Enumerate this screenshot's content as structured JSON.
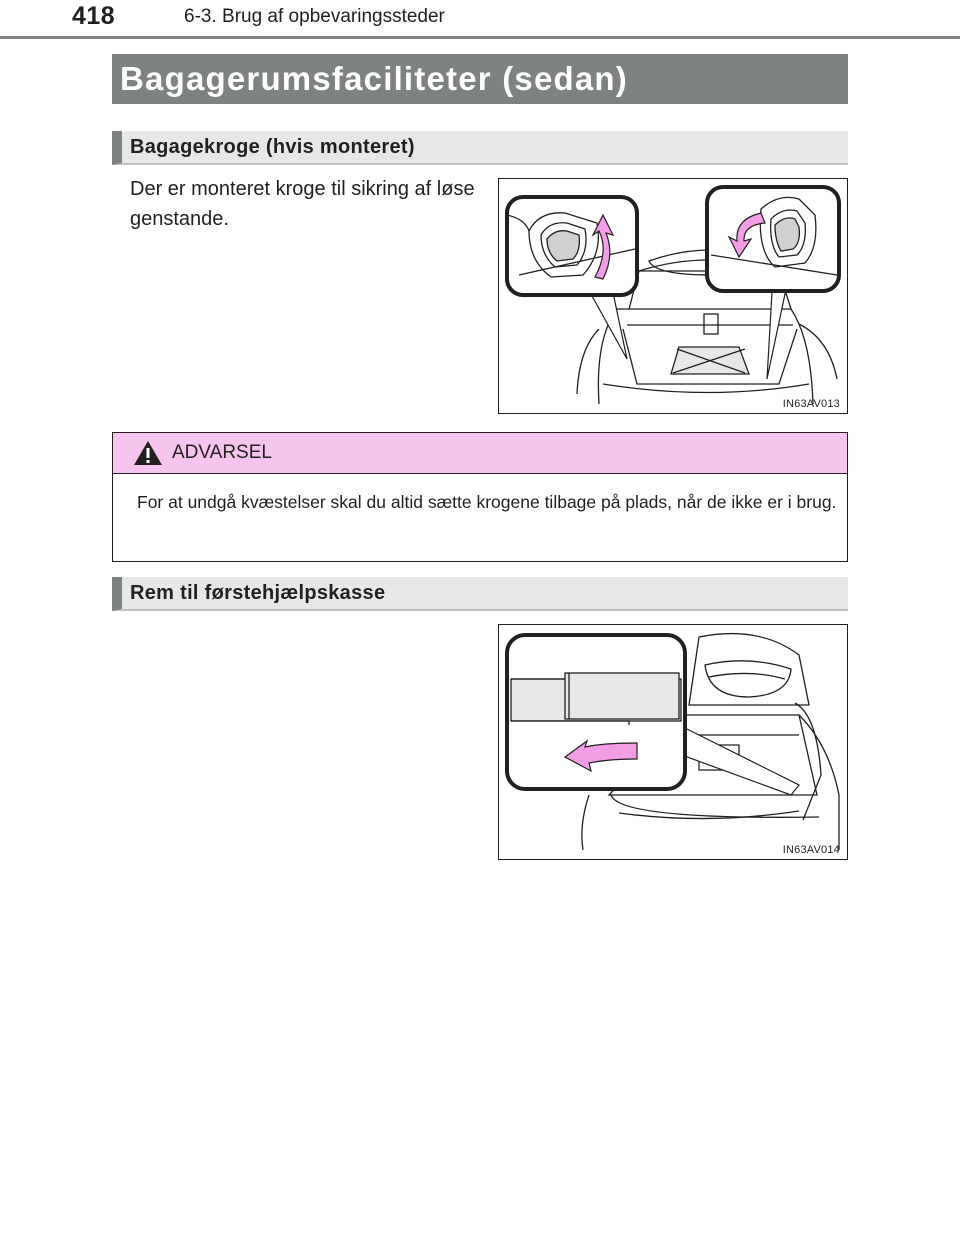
{
  "header": {
    "page_number": "418",
    "running_head": "6-3. Brug af opbevaringssteder"
  },
  "title": "Bagagerumsfaciliteter (sedan)",
  "sections": [
    {
      "heading": "Bagagekroge (hvis monteret)",
      "text": "Der er monteret kroge til sikring af løse genstande.",
      "figure_code": "IN63AV013"
    },
    {
      "heading": "Rem til førstehjælpskasse",
      "figure_code": "IN63AV014"
    }
  ],
  "warning": {
    "label": "ADVARSEL",
    "icon": "warning-triangle-icon",
    "text": "For at undgå kvæstelser skal du altid sætte krogene tilbage på plads, når de ikke er i brug."
  },
  "colors": {
    "title_bar": "#7e8382",
    "section_bar": "#e6e7e7",
    "warning_header": "#f7c4f0",
    "arrow": "#f29ee6"
  }
}
